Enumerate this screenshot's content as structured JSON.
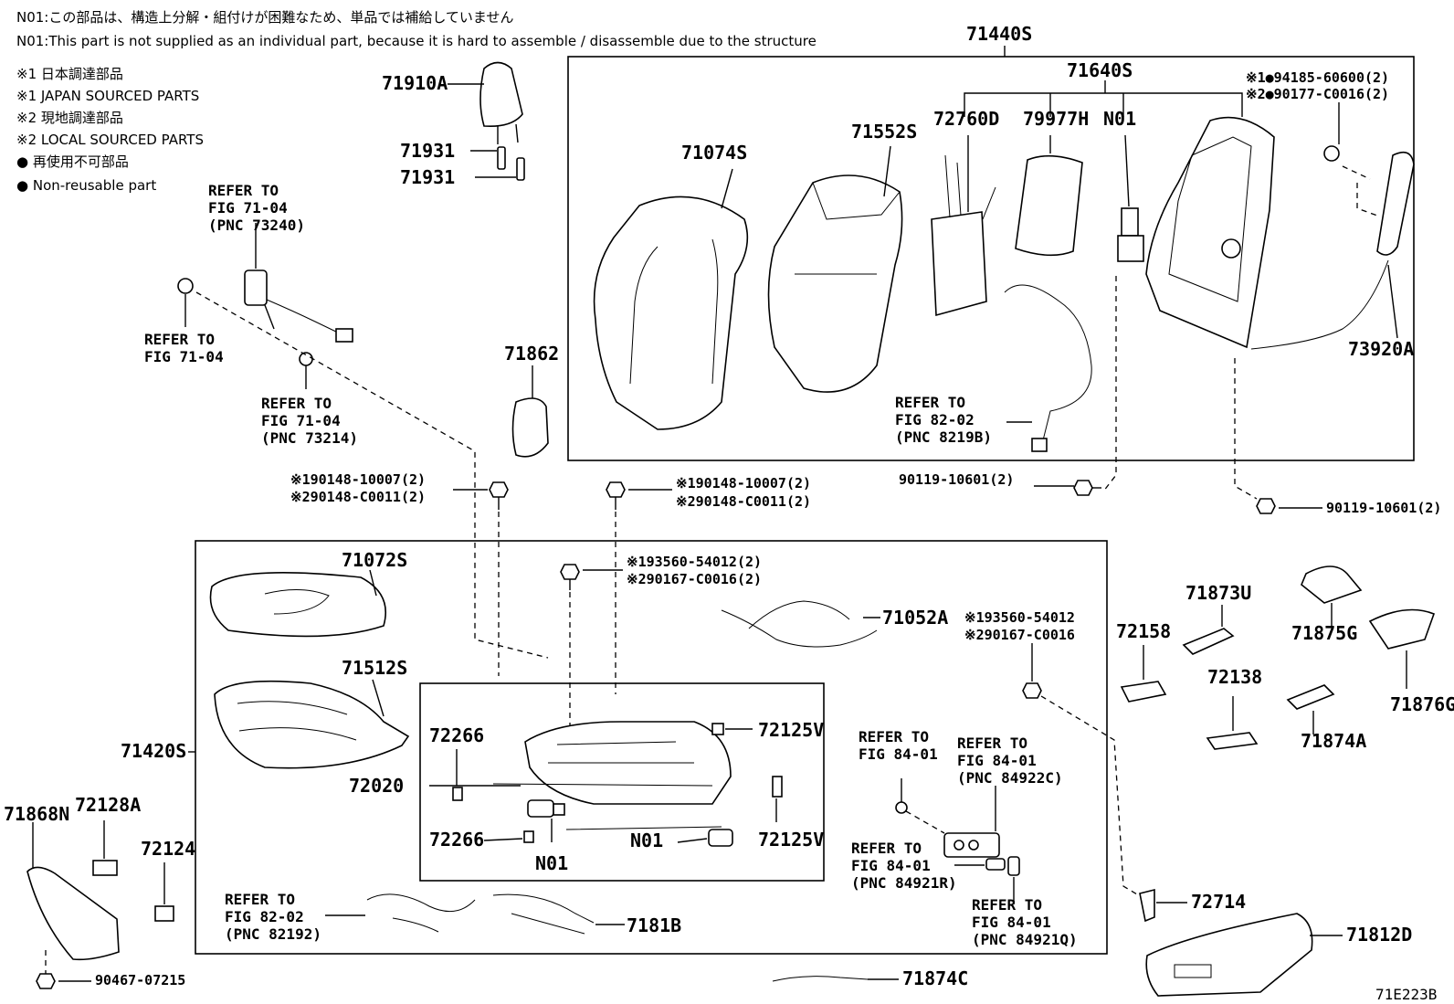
{
  "notes": {
    "n01_jp": "N01:この部品は、構造上分解・組付けが困難なため、単品では補給していません",
    "n01_en": "N01:This part is not supplied as an individual part, because it is hard to assemble / disassemble due to the structure",
    "legend": [
      "※1 日本調達部品",
      "※1 JAPAN SOURCED PARTS",
      "※2 現地調達部品",
      "※2 LOCAL SOURCED PARTS",
      "● 再使用不可部品",
      "● Non-reusable part"
    ]
  },
  "figure_id": "71E223B",
  "parts": {
    "p71910A": "71910A",
    "p71931a": "71931",
    "p71931b": "71931",
    "p71440S": "71440S",
    "p71640S": "71640S",
    "p71074S": "71074S",
    "p71552S": "71552S",
    "p72760D": "72760D",
    "p79977H": "79977H",
    "pN01top": "N01",
    "p73920A": "73920A",
    "p71862": "71862",
    "p71072S": "71072S",
    "p71512S": "71512S",
    "p71420S": "71420S",
    "p71052A": "71052A",
    "p72266a": "72266",
    "p72266b": "72266",
    "p72020": "72020",
    "p72125Va": "72125V",
    "p72125Vb": "72125V",
    "pN01a": "N01",
    "pN01b": "N01",
    "p7181B": "7181B",
    "p71868N": "71868N",
    "p72128A": "72128A",
    "p72124": "72124",
    "p72158": "72158",
    "p71873U": "71873U",
    "p72138": "72138",
    "p71875G": "71875G",
    "p71874A": "71874A",
    "p71876G": "71876G",
    "p72714": "72714",
    "p71812D": "71812D",
    "p71874C": "71874C"
  },
  "fasteners": {
    "f_top_right_1": "※1●94185-60600(2)",
    "f_top_right_2": "※2●90177-C0016(2)",
    "f_bolt_left_1": "※190148-10007(2)",
    "f_bolt_left_2": "※290148-C0011(2)",
    "f_bolt_mid_1": "※190148-10007(2)",
    "f_bolt_mid_2": "※290148-C0011(2)",
    "f_screw_mid_1": "※193560-54012(2)",
    "f_screw_mid_2": "※290167-C0016(2)",
    "f_screw_right_1": "※193560-54012",
    "f_screw_right_2": "※290167-C0016",
    "f_90119_mid": "90119-10601(2)",
    "f_90119_right": "90119-10601(2)",
    "f_90467": "90467-07215"
  },
  "refs": {
    "r1": [
      "REFER TO",
      "FIG 71-04",
      "(PNC 73240)"
    ],
    "r2": [
      "REFER TO",
      "FIG 71-04"
    ],
    "r3": [
      "REFER TO",
      "FIG 71-04",
      "(PNC 73214)"
    ],
    "r4": [
      "REFER TO",
      "FIG 82-02",
      "(PNC 8219B)"
    ],
    "r5": [
      "REFER TO",
      "FIG 84-01"
    ],
    "r6": [
      "REFER TO",
      "FIG 84-01",
      "(PNC 84922C)"
    ],
    "r7": [
      "REFER TO",
      "FIG 84-01",
      "(PNC 84921R)"
    ],
    "r8": [
      "REFER TO",
      "FIG 84-01",
      "(PNC 84921Q)"
    ],
    "r9": [
      "REFER TO",
      "FIG 82-02",
      "(PNC 82192)"
    ]
  }
}
